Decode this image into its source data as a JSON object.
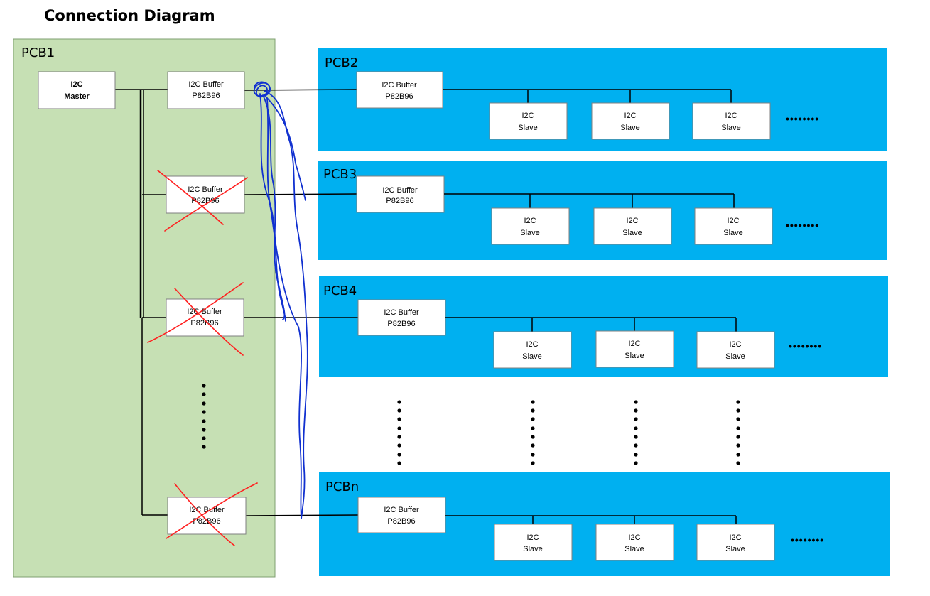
{
  "title": "Connection Diagram",
  "colors": {
    "pcb1_fill": "#c6e0b4",
    "pcb_fill": "#00b0f0",
    "cross": "#ff2020",
    "scribble": "#1030d0"
  },
  "master": {
    "line1": "I2C",
    "line2": "Master"
  },
  "buffer": {
    "line1": "I2C Buffer",
    "line2": "P82B96"
  },
  "slave": {
    "line1": "I2C",
    "line2": "Slave"
  },
  "pcbs": {
    "pcb1": "PCB1",
    "pcb2": "PCB2",
    "pcb3": "PCB3",
    "pcb4": "PCB4",
    "pcbn": "PCBn"
  },
  "ellipsis": "••••••••"
}
